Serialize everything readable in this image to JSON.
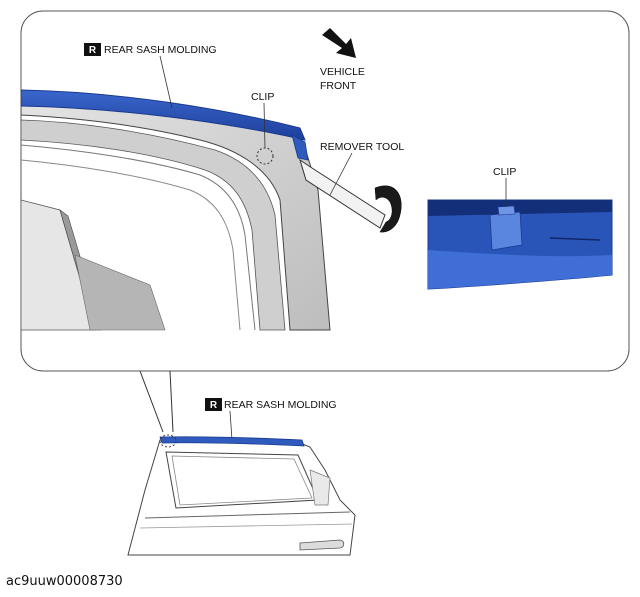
{
  "labels": {
    "top_molding": "REAR SASH MOLDING",
    "top_molding_badge": "R",
    "vehicle_front_line1": "VEHICLE",
    "vehicle_front_line2": "FRONT",
    "clip_main": "CLIP",
    "remover_tool": "REMOVER TOOL",
    "clip_detail": "CLIP",
    "bottom_molding": "REAR SASH MOLDING",
    "bottom_molding_badge": "R"
  },
  "figure_id": "ac9uuw00008730",
  "colors": {
    "molding_blue": "#2f5bbf",
    "molding_dark": "#1b3a8f",
    "detail_blue": "#1f4bb5",
    "panel_gray": "#d6d6d6",
    "outline": "#333333"
  }
}
